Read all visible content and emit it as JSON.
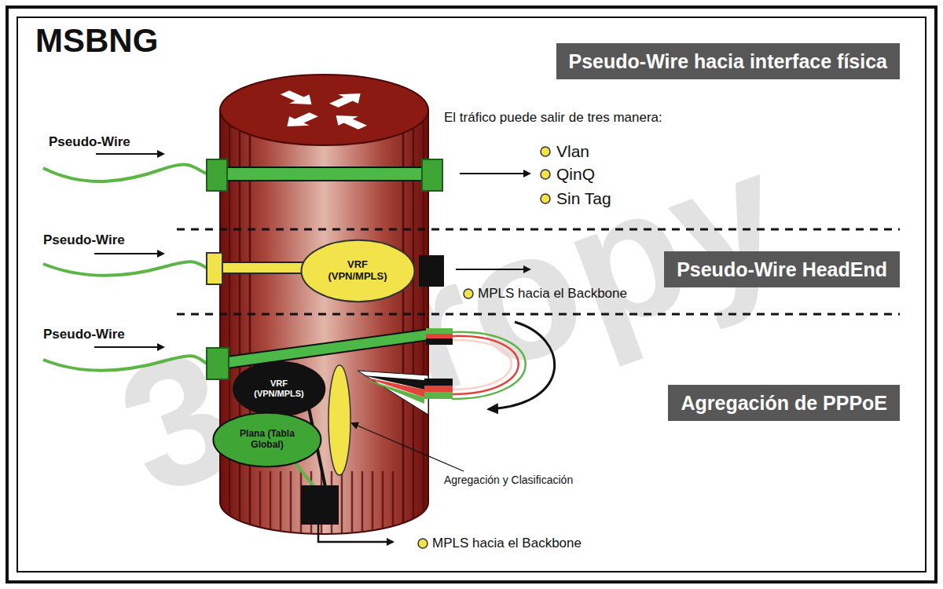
{
  "diagram": {
    "title": "MSBNG",
    "nodes": [
      {
        "text": [
          "Pseudo-Wire hacia interface física"
        ]
      },
      {
        "text": [
          "VRF (VPN/MPLS)"
        ]
      },
      {
        "text": [
          "Pseudo-Wire HeadEnd"
        ]
      },
      {
        "text": [
          "Agregación de PPPoE"
        ]
      },
      {
        "text": [
          "VRF (VPN/MPLS)"
        ]
      },
      {
        "text": [
          "Plana (Tabla Global)"
        ]
      }
    ],
    "labels": [
      "El tráfico puede salir de tres manera:",
      "Vlan",
      "QinQ",
      "Sin Tag",
      "Pseudo-Wire",
      "Pseudo-Wire",
      "MPLS hacia el Backbone",
      "Pseudo-Wire",
      "Agregación y Clasificación",
      "MPLS hacia el Backbone",
      "3Ctropy"
    ]
  }
}
